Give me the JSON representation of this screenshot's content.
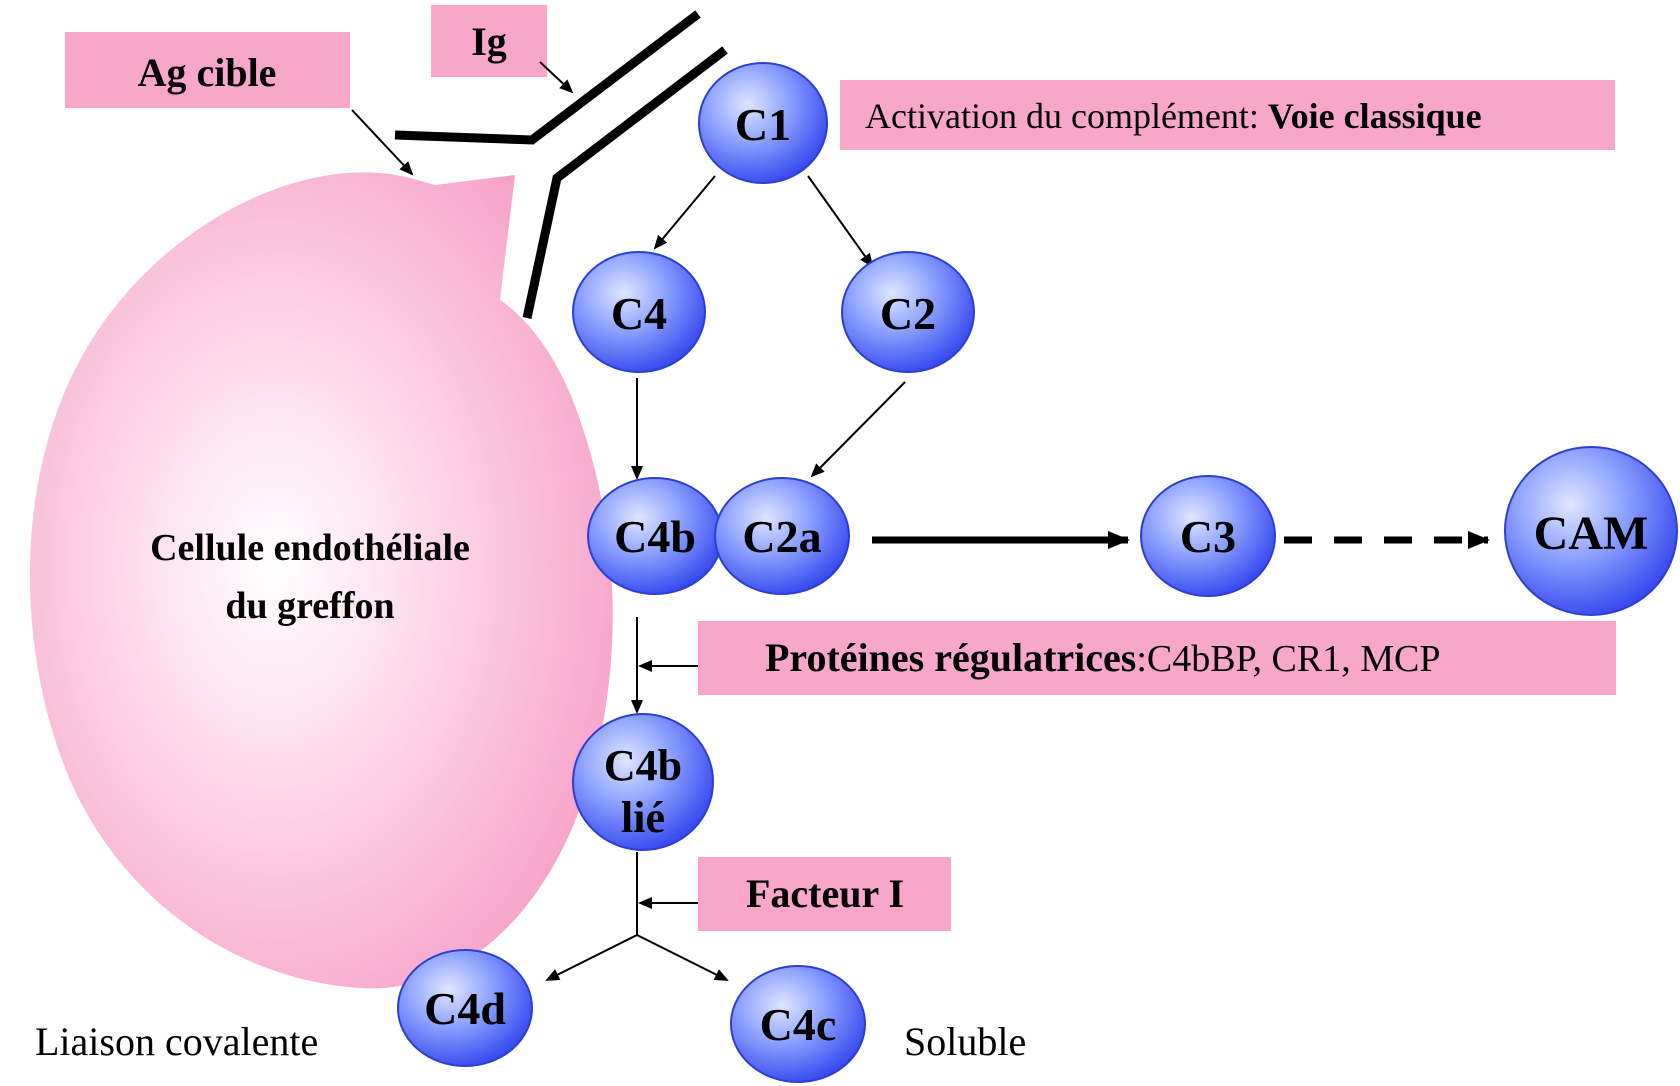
{
  "colors": {
    "cell_fill_outer": "#f7a3c9",
    "cell_fill_inner": "#ffffff",
    "label_box": "#f9a6cb",
    "node_blue_light": "#b9c8ff",
    "node_blue_dark": "#3a4ff0",
    "node_outline": "#2d3fd0",
    "line": "#000000"
  },
  "labels": {
    "ag_cible": "Ag cible",
    "ig": "Ig",
    "activation_prefix": "Activation du complément: ",
    "activation_bold": "Voie classique",
    "cell_line1": "Cellule endothéliale",
    "cell_line2": "du greffon",
    "proteines_bold": "Protéines régulatrices",
    "proteines_rest": ":C4bBP, CR1, MCP",
    "facteur": "Facteur I",
    "liaison": "Liaison covalente",
    "soluble": "Soluble"
  },
  "nodes": {
    "c1": "C1",
    "c4": "C4",
    "c2": "C2",
    "c4b": "C4b",
    "c2a": "C2a",
    "c3": "C3",
    "cam": "CAM",
    "c4b_lie_line1": "C4b",
    "c4b_lie_line2": "lié",
    "c4d": "C4d",
    "c4c": "C4c"
  }
}
